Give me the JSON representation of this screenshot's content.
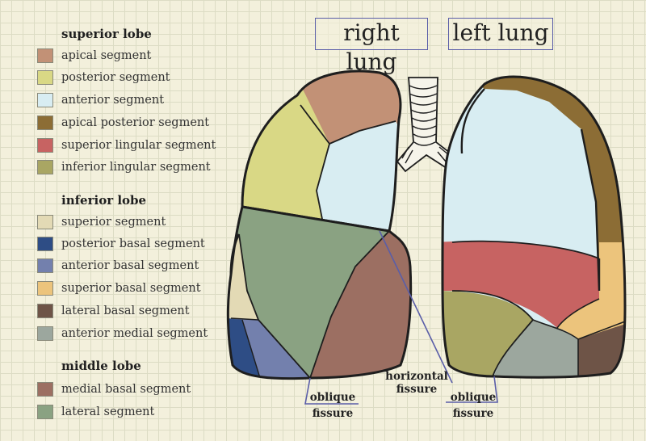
{
  "legend": {
    "superior_lobe": {
      "title": "superior lobe",
      "items": [
        {
          "label": "apical segment",
          "color": "#c29176"
        },
        {
          "label": "posterior segment",
          "color": "#d9d885"
        },
        {
          "label": "anterior segment",
          "color": "#d8edf2"
        },
        {
          "label": "apical posterior segment",
          "color": "#8c6d35"
        },
        {
          "label": "superior lingular segment",
          "color": "#c76362"
        },
        {
          "label": "inferior lingular segment",
          "color": "#a9a663"
        }
      ]
    },
    "inferior_lobe": {
      "title": "inferior lobe",
      "items": [
        {
          "label": "superior segment",
          "color": "#e3dab5"
        },
        {
          "label": "posterior basal segment",
          "color": "#2e4d85"
        },
        {
          "label": "anterior basal segment",
          "color": "#7380ad"
        },
        {
          "label": "superior basal segment",
          "color": "#ecc47c"
        },
        {
          "label": "lateral basal segment",
          "color": "#6e5447"
        },
        {
          "label": "anterior medial segment",
          "color": "#9ca79e"
        }
      ]
    },
    "middle_lobe": {
      "title": "middle lobe",
      "items": [
        {
          "label": "medial basal segment",
          "color": "#9c6f62"
        },
        {
          "label": "lateral segment",
          "color": "#8aa282"
        }
      ]
    }
  },
  "titles": {
    "right_lung": "right lung",
    "left_lung": "left lung"
  },
  "labels": {
    "oblique_left_1": "oblique",
    "oblique_left_2": "fissure",
    "horizontal_1": "horizontal",
    "horizontal_2": "fissure",
    "oblique_right_1": "oblique",
    "oblique_right_2": "fissure"
  },
  "colors": {
    "outline": "#1e1e1e",
    "pointer": "#5a5ea8",
    "trachea_fill": "#f6f4ea"
  }
}
